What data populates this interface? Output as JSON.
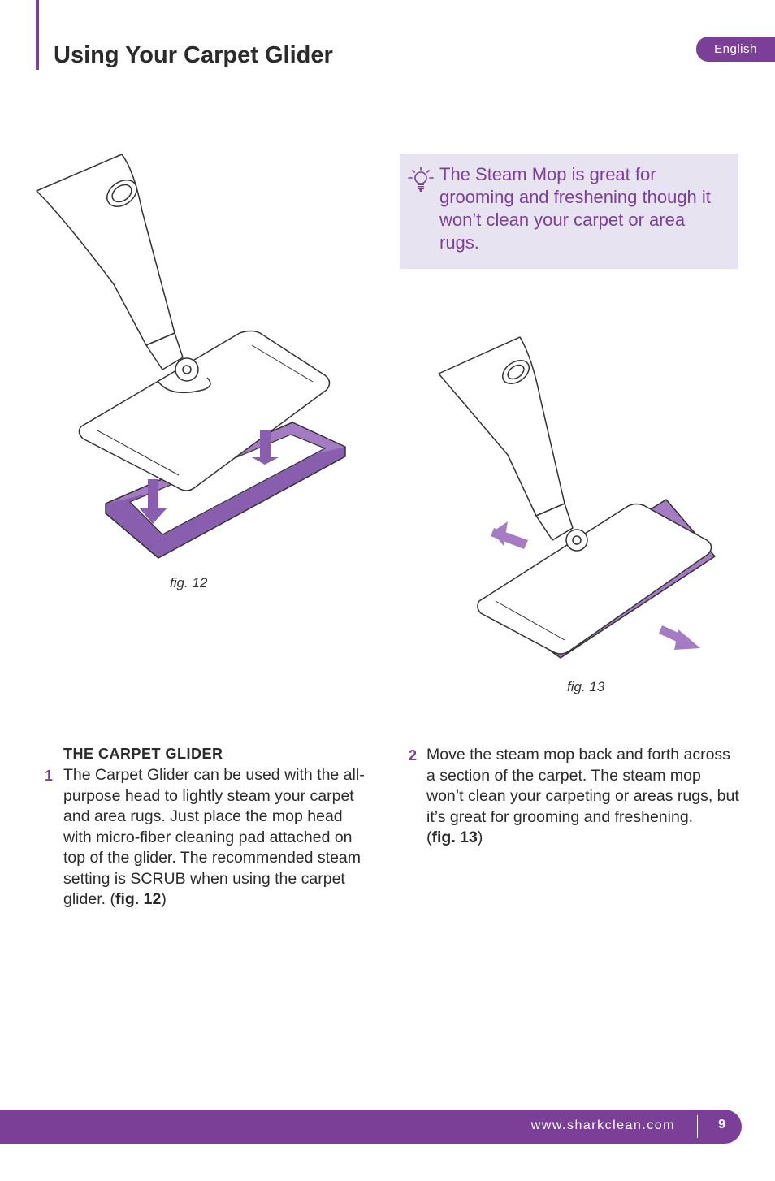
{
  "header": {
    "title": "Using Your Carpet Glider",
    "language": "English"
  },
  "tip": {
    "icon": "lightbulb-icon",
    "text": "The Steam Mop is great for grooming and freshening though it won’t clean your carpet or area rugs."
  },
  "figures": [
    {
      "caption": "fig. 12"
    },
    {
      "caption": "fig. 13"
    }
  ],
  "section": {
    "heading": "THE CARPET GLIDER",
    "steps": [
      {
        "number": "1",
        "text_a": "The Carpet Glider can be used with the all-purpose head to lightly steam your carpet and area rugs. Just place the mop head with micro-fiber cleaning pad attached on top of the glider. The recommended steam setting is ",
        "keyword": "SCRUB",
        "text_b": " when using the carpet glider. (",
        "ref": "fig. 12",
        "text_c": ")"
      },
      {
        "number": "2",
        "text_a": "Move the steam mop back and forth across a section of the carpet. The steam mop won’t clean your carpeting or areas rugs, but it’s great for grooming and freshening.",
        "text_b": "(",
        "ref": "fig. 13",
        "text_c": ")"
      }
    ]
  },
  "footer": {
    "url": "www.sharkclean.com",
    "page": "9"
  },
  "colors": {
    "accent": "#7b3f98",
    "tip_background": "#e8e3f0",
    "glider_fill": "#a57cc4"
  }
}
